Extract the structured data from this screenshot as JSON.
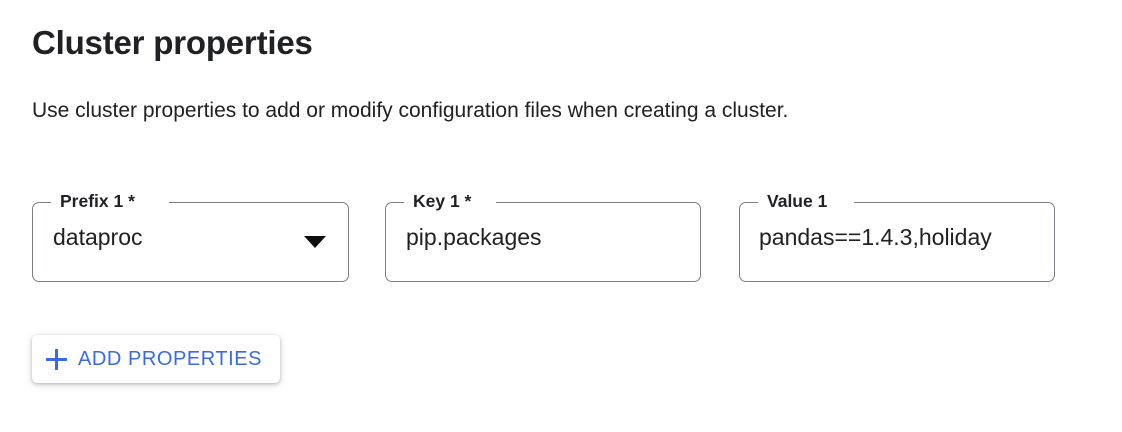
{
  "header": {
    "title": "Cluster properties",
    "description": "Use cluster properties to add or modify configuration files when creating a cluster."
  },
  "colors": {
    "accent_blue": "#3b6ae0",
    "text_primary": "#202124",
    "field_border": "#7a8085",
    "background": "#ffffff"
  },
  "fields": [
    {
      "label": "Prefix 1 *",
      "value": "dataproc",
      "type": "select",
      "required": true,
      "icon": "triangle-down-icon"
    },
    {
      "label": "Key 1 *",
      "value": "pip.packages",
      "type": "text",
      "required": true
    },
    {
      "label": "Value 1",
      "value": "pandas==1.4.3,holiday",
      "type": "text",
      "required": false
    }
  ],
  "actions": {
    "add_properties_label": "ADD PROPERTIES",
    "add_properties_icon": "plus-icon"
  }
}
